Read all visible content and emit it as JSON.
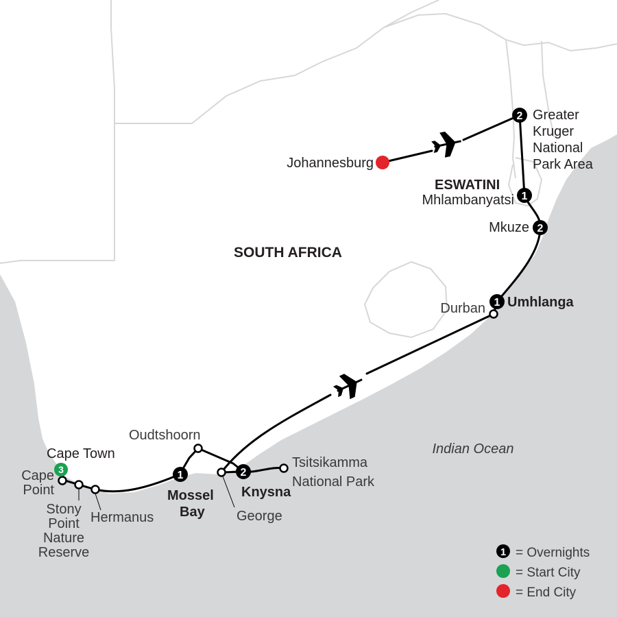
{
  "colors": {
    "land": "#ffffff",
    "ocean": "#d6d7d9",
    "border": "#d6d7d9",
    "route": "#000000",
    "start": "#1aa152",
    "end": "#e3242b"
  },
  "map": {
    "country_label": "SOUTH AFRICA",
    "ocean_label": "Indian Ocean",
    "region_label": "ESWATINI"
  },
  "places": {
    "johannesburg": "Johannesburg",
    "kruger": [
      "Greater",
      "Kruger",
      "National",
      "Park Area"
    ],
    "kruger_nights": "2",
    "mhlambanyatsi": "Mhlambanyatsi",
    "mhlambanyatsi_nights": "1",
    "mkuze": "Mkuze",
    "mkuze_nights": "2",
    "umhlanga": "Umhlanga",
    "umhlanga_nights": "1",
    "durban": "Durban",
    "cape_town": "Cape Town",
    "cape_town_nights": "3",
    "cape_point": [
      "Cape",
      "Point"
    ],
    "stony_point": [
      "Stony",
      "Point",
      "Nature",
      "Reserve"
    ],
    "hermanus": "Hermanus",
    "mossel_bay": [
      "Mossel",
      "Bay"
    ],
    "mossel_bay_nights": "1",
    "oudtshoorn": "Oudtshoorn",
    "george": "George",
    "knysna": "Knysna",
    "knysna_nights": "2",
    "tsitsikamma": [
      "Tsitsikamma",
      "National Park"
    ]
  },
  "legend": {
    "overnights_number": "1",
    "overnights": "= Overnights",
    "start": "= Start City",
    "end": "= End City"
  },
  "icons": [
    "airplane-icon",
    "airplane-icon"
  ]
}
